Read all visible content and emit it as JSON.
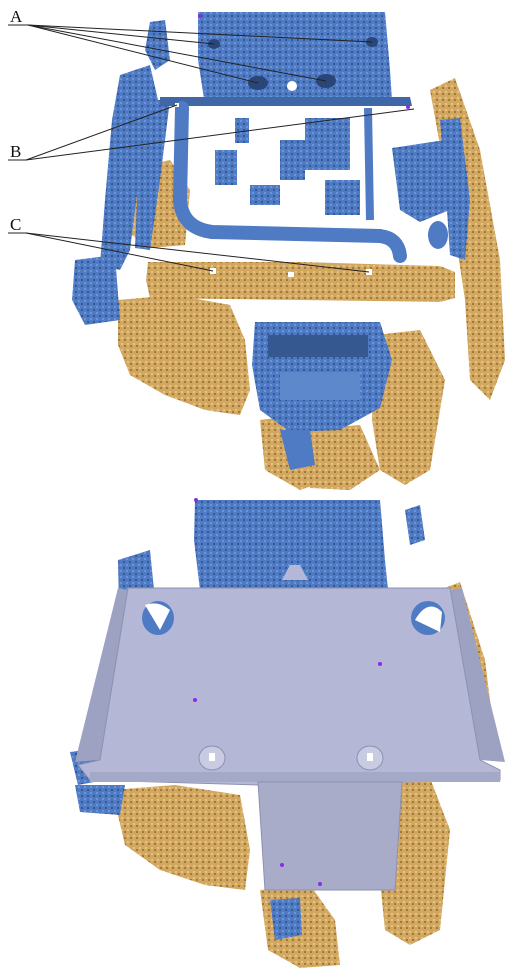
{
  "labels": {
    "a": "A",
    "b": "B",
    "c": "C"
  },
  "colors": {
    "background": "#ffffff",
    "scan_blue": "#4e7bc4",
    "scan_blue_dark": "#34588f",
    "scan_tan": "#d2a75f",
    "scan_tan_dark": "#a47a3c",
    "plate_face": "#b4b8d6",
    "plate_side": "#9da1c2",
    "leader_line": "#222222",
    "marker": "#8a2be2"
  }
}
